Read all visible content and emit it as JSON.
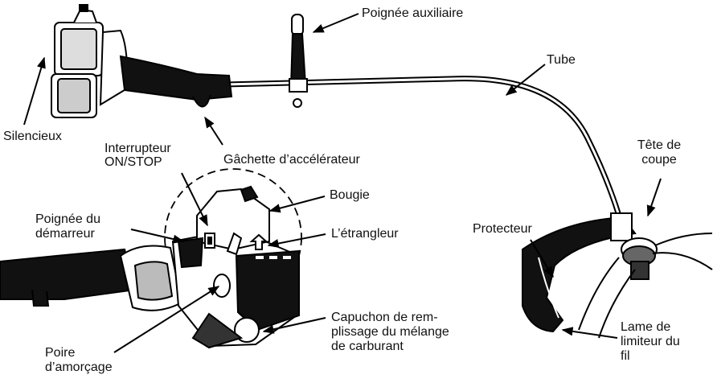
{
  "diagram": {
    "labels": {
      "auxiliary_handle": "Poignée auxiliaire",
      "tube": "Tube",
      "muffler": "Silencieux",
      "switch_line1": "Interrupteur",
      "switch_line2": "ON/STOP",
      "throttle_trigger": "Gâchette d’accélérateur",
      "cutting_head_line1": "Tête de",
      "cutting_head_line2": "coupe",
      "spark_plug": "Bougie",
      "starter_handle_line1": "Poignée du",
      "starter_handle_line2": "démarreur",
      "choke": "L’étrangleur",
      "guard": "Protecteur",
      "fuel_cap_line1": "Capuchon de rem-",
      "fuel_cap_line2": "plissage du mélange",
      "fuel_cap_line3": "de carburant",
      "line_limiter_line1": "Lame de",
      "line_limiter_line2": "limiteur du",
      "line_limiter_line3": "fil",
      "primer_bulb_line1": "Poire",
      "primer_bulb_line2": "d’amorçage"
    }
  }
}
